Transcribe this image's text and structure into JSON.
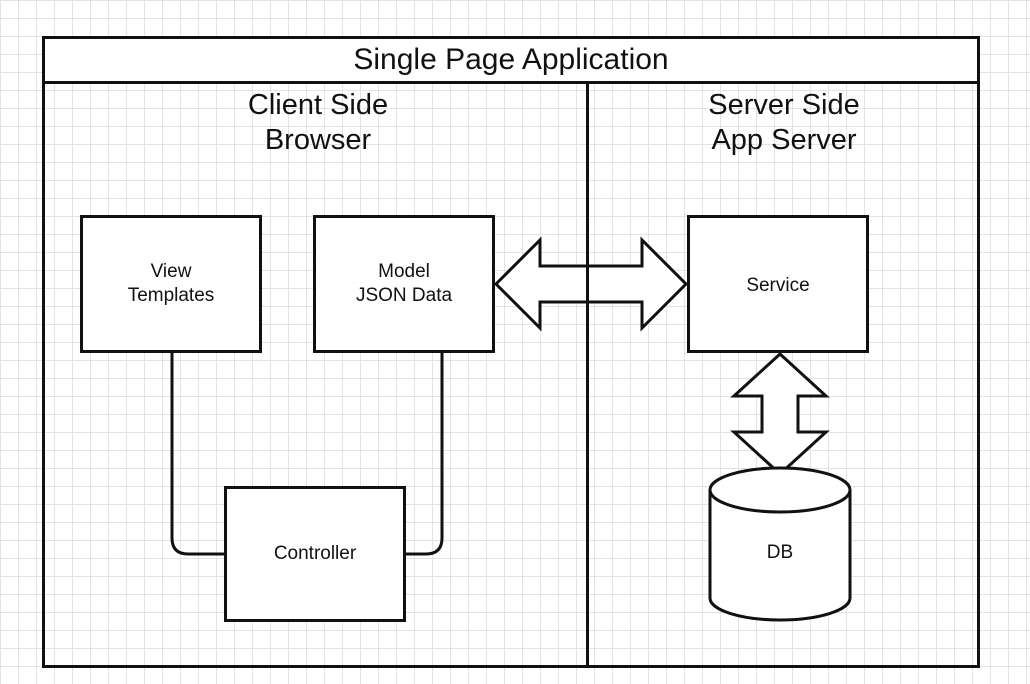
{
  "diagram": {
    "title": "Single Page Application",
    "client": {
      "heading_line1": "Client Side",
      "heading_line2": "Browser",
      "view_box": {
        "line1": "View",
        "line2": "Templates"
      },
      "model_box": {
        "line1": "Model",
        "line2": "JSON Data"
      },
      "controller_box": {
        "label": "Controller"
      }
    },
    "server": {
      "heading_line1": "Server Side",
      "heading_line2": "App Server",
      "service_box": {
        "label": "Service"
      },
      "db": {
        "label": "DB"
      }
    }
  }
}
